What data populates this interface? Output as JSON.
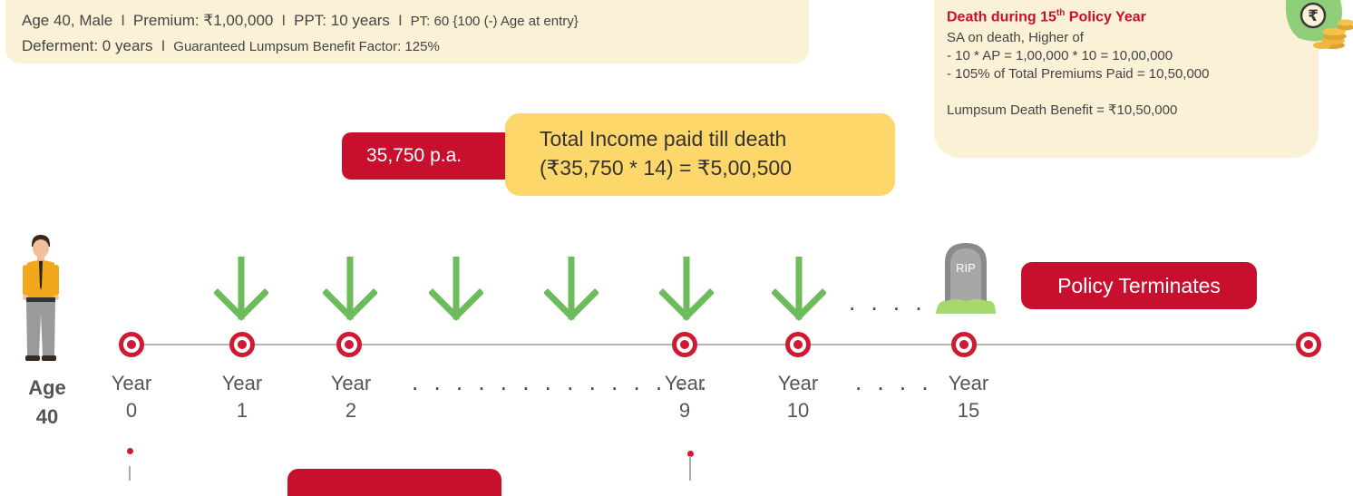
{
  "info": {
    "line1": {
      "age": "Age 40, Male",
      "sep": "I",
      "premium": "Premium: ₹1,00,000",
      "ppt": "PPT: 10 years",
      "pt": "PT: 60 {100 (-) Age at entry}"
    },
    "line2": {
      "deferment": "Deferment: 0 years",
      "sep": "I",
      "factor": "Guaranteed Lumpsum Benefit Factor: 125%"
    }
  },
  "death": {
    "title_pre": "Death during 15",
    "title_sup": "th",
    "title_post": " Policy Year",
    "line1": "SA on death, Higher of",
    "line2": "- 10 * AP = 1,00,000 * 10 = 10,00,000",
    "line3": "- 105% of Total Premiums Paid = 10,50,000",
    "line4": "Lumpsum Death Benefit = ₹10,50,000",
    "icon": "rupee-coin-bag-icon"
  },
  "income": {
    "annual": "35,750 p.a.",
    "total_line1": "Total Income paid till death",
    "total_line2": "(₹35,750 * 14) = ₹5,00,500"
  },
  "timeline": {
    "age_line1": "Age",
    "age_line2": "40",
    "years": [
      {
        "word": "Year",
        "num": "0"
      },
      {
        "word": "Year",
        "num": "1"
      },
      {
        "word": "Year",
        "num": "2"
      },
      {
        "word": "Year",
        "num": "9"
      },
      {
        "word": "Year",
        "num": "10"
      },
      {
        "word": "Year",
        "num": "15"
      }
    ],
    "dots_long": ". . . . . . . . . . . . . .",
    "dots_short": ". . . .",
    "rip": "RIP",
    "terminates": "Policy Terminates"
  },
  "colors": {
    "red": "#c8102e",
    "cream": "#fbf1d6",
    "yellow": "#fdd76a",
    "arrow_green": "#6dbb5a",
    "line_gray": "#b3b3b3"
  }
}
